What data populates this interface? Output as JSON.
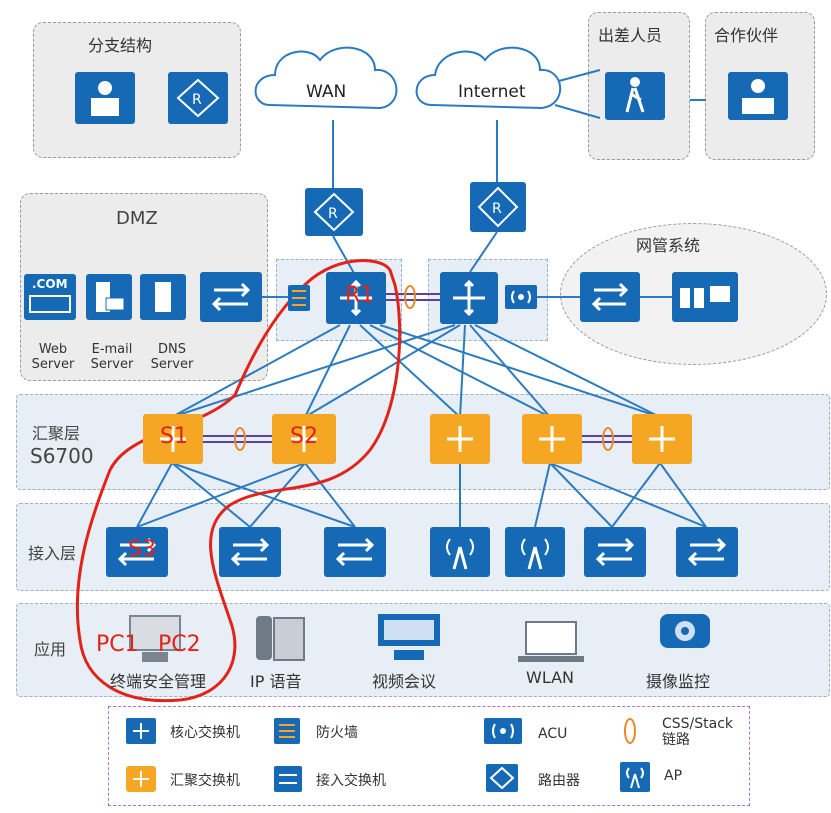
{
  "branch": {
    "title": "分支结构"
  },
  "wan": {
    "label": "WAN"
  },
  "internet": {
    "label": "Internet"
  },
  "travel": {
    "title": "出差人员"
  },
  "partner": {
    "title": "合作伙伴"
  },
  "dmz": {
    "title": "DMZ",
    "com": ".COM",
    "servers": [
      "Web Server",
      "E-mail Server",
      "DNS Server"
    ]
  },
  "nms": {
    "title": "网管系统"
  },
  "layers": {
    "aggregation": "汇聚层",
    "aggregation_model": "S6700",
    "access": "接入层",
    "application": "应用"
  },
  "apps": [
    "终端安全管理",
    "IP 语音",
    "视频会议",
    "WLAN",
    "摄像监控"
  ],
  "annotations": {
    "r1": "R1",
    "s1": "S1",
    "s2": "S2",
    "s3": "S3",
    "pc1": "PC1",
    "pc2": "PC2"
  },
  "legend": {
    "core_switch": "核心交换机",
    "firewall": "防火墙",
    "acu": "ACU",
    "stack": "CSS/Stack 链路",
    "agg_switch": "汇聚交换机",
    "access_switch": "接入交换机",
    "router": "路由器",
    "ap": "AP"
  },
  "colors": {
    "device_blue": "#1569b5",
    "agg_orange": "#f5a623",
    "link_blue": "#2a7bc0",
    "annotation_red": "#e2231a",
    "stack_orange": "#e8892b"
  }
}
